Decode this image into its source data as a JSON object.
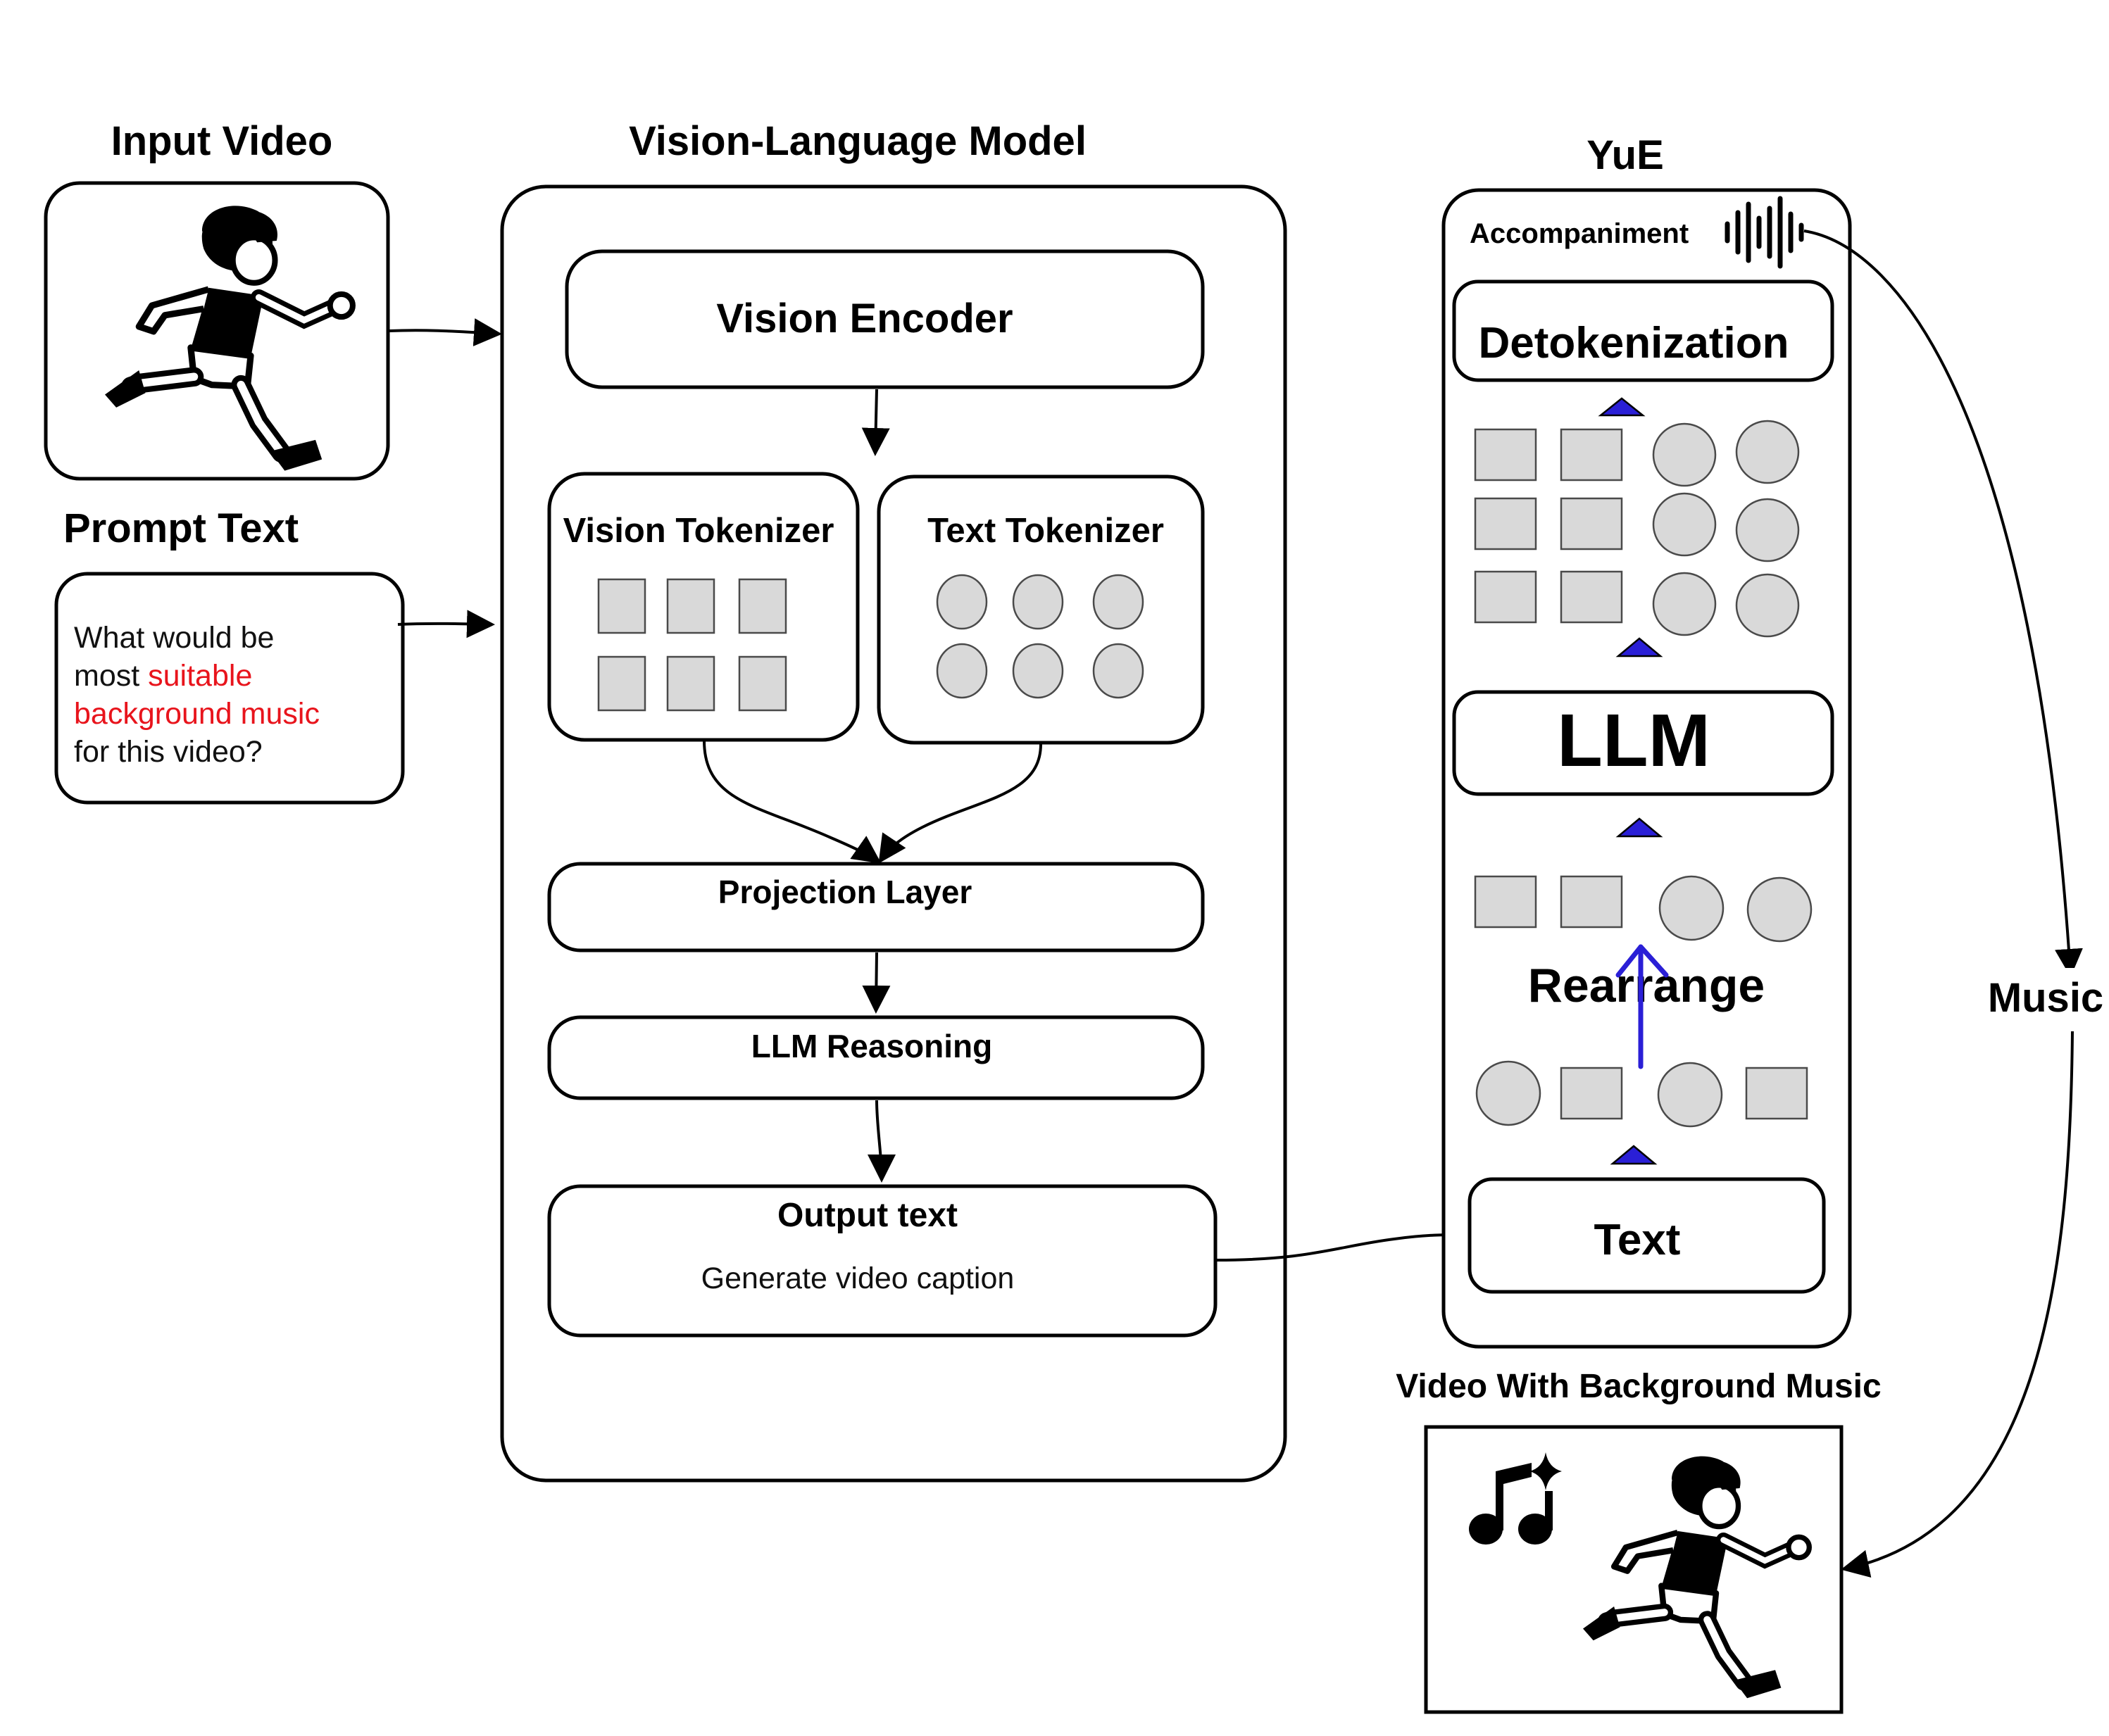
{
  "input_video": {
    "title": "Input Video"
  },
  "prompt": {
    "title": "Prompt Text",
    "line1": "What would be",
    "line2_plain": "most ",
    "line2_red": "suitable",
    "line3_red": "background music",
    "line4": "for this video?",
    "highlight_color": "#e8141c"
  },
  "vlm": {
    "title": "Vision-Language Model",
    "vision_encoder": "Vision Encoder",
    "vision_tokenizer": "Vision Tokenizer",
    "text_tokenizer": "Text Tokenizer",
    "projection_layer": "Projection Layer",
    "llm_reasoning": "LLM Reasoning",
    "output_title": "Output text",
    "output_sub": "Generate video caption"
  },
  "yue": {
    "title": "YuE",
    "accompaniment": "Accompaniment",
    "detokenization": "Detokenization",
    "llm": "LLM",
    "rearrange": "Rearrange",
    "text": "Text",
    "accent_color": "#2a1fd6"
  },
  "music_label": "Music",
  "output_video": {
    "title": "Video With Background Music"
  },
  "icons": [
    "running-person-icon",
    "music-notes-icon",
    "sparkle-icon",
    "audio-waveform-icon"
  ]
}
